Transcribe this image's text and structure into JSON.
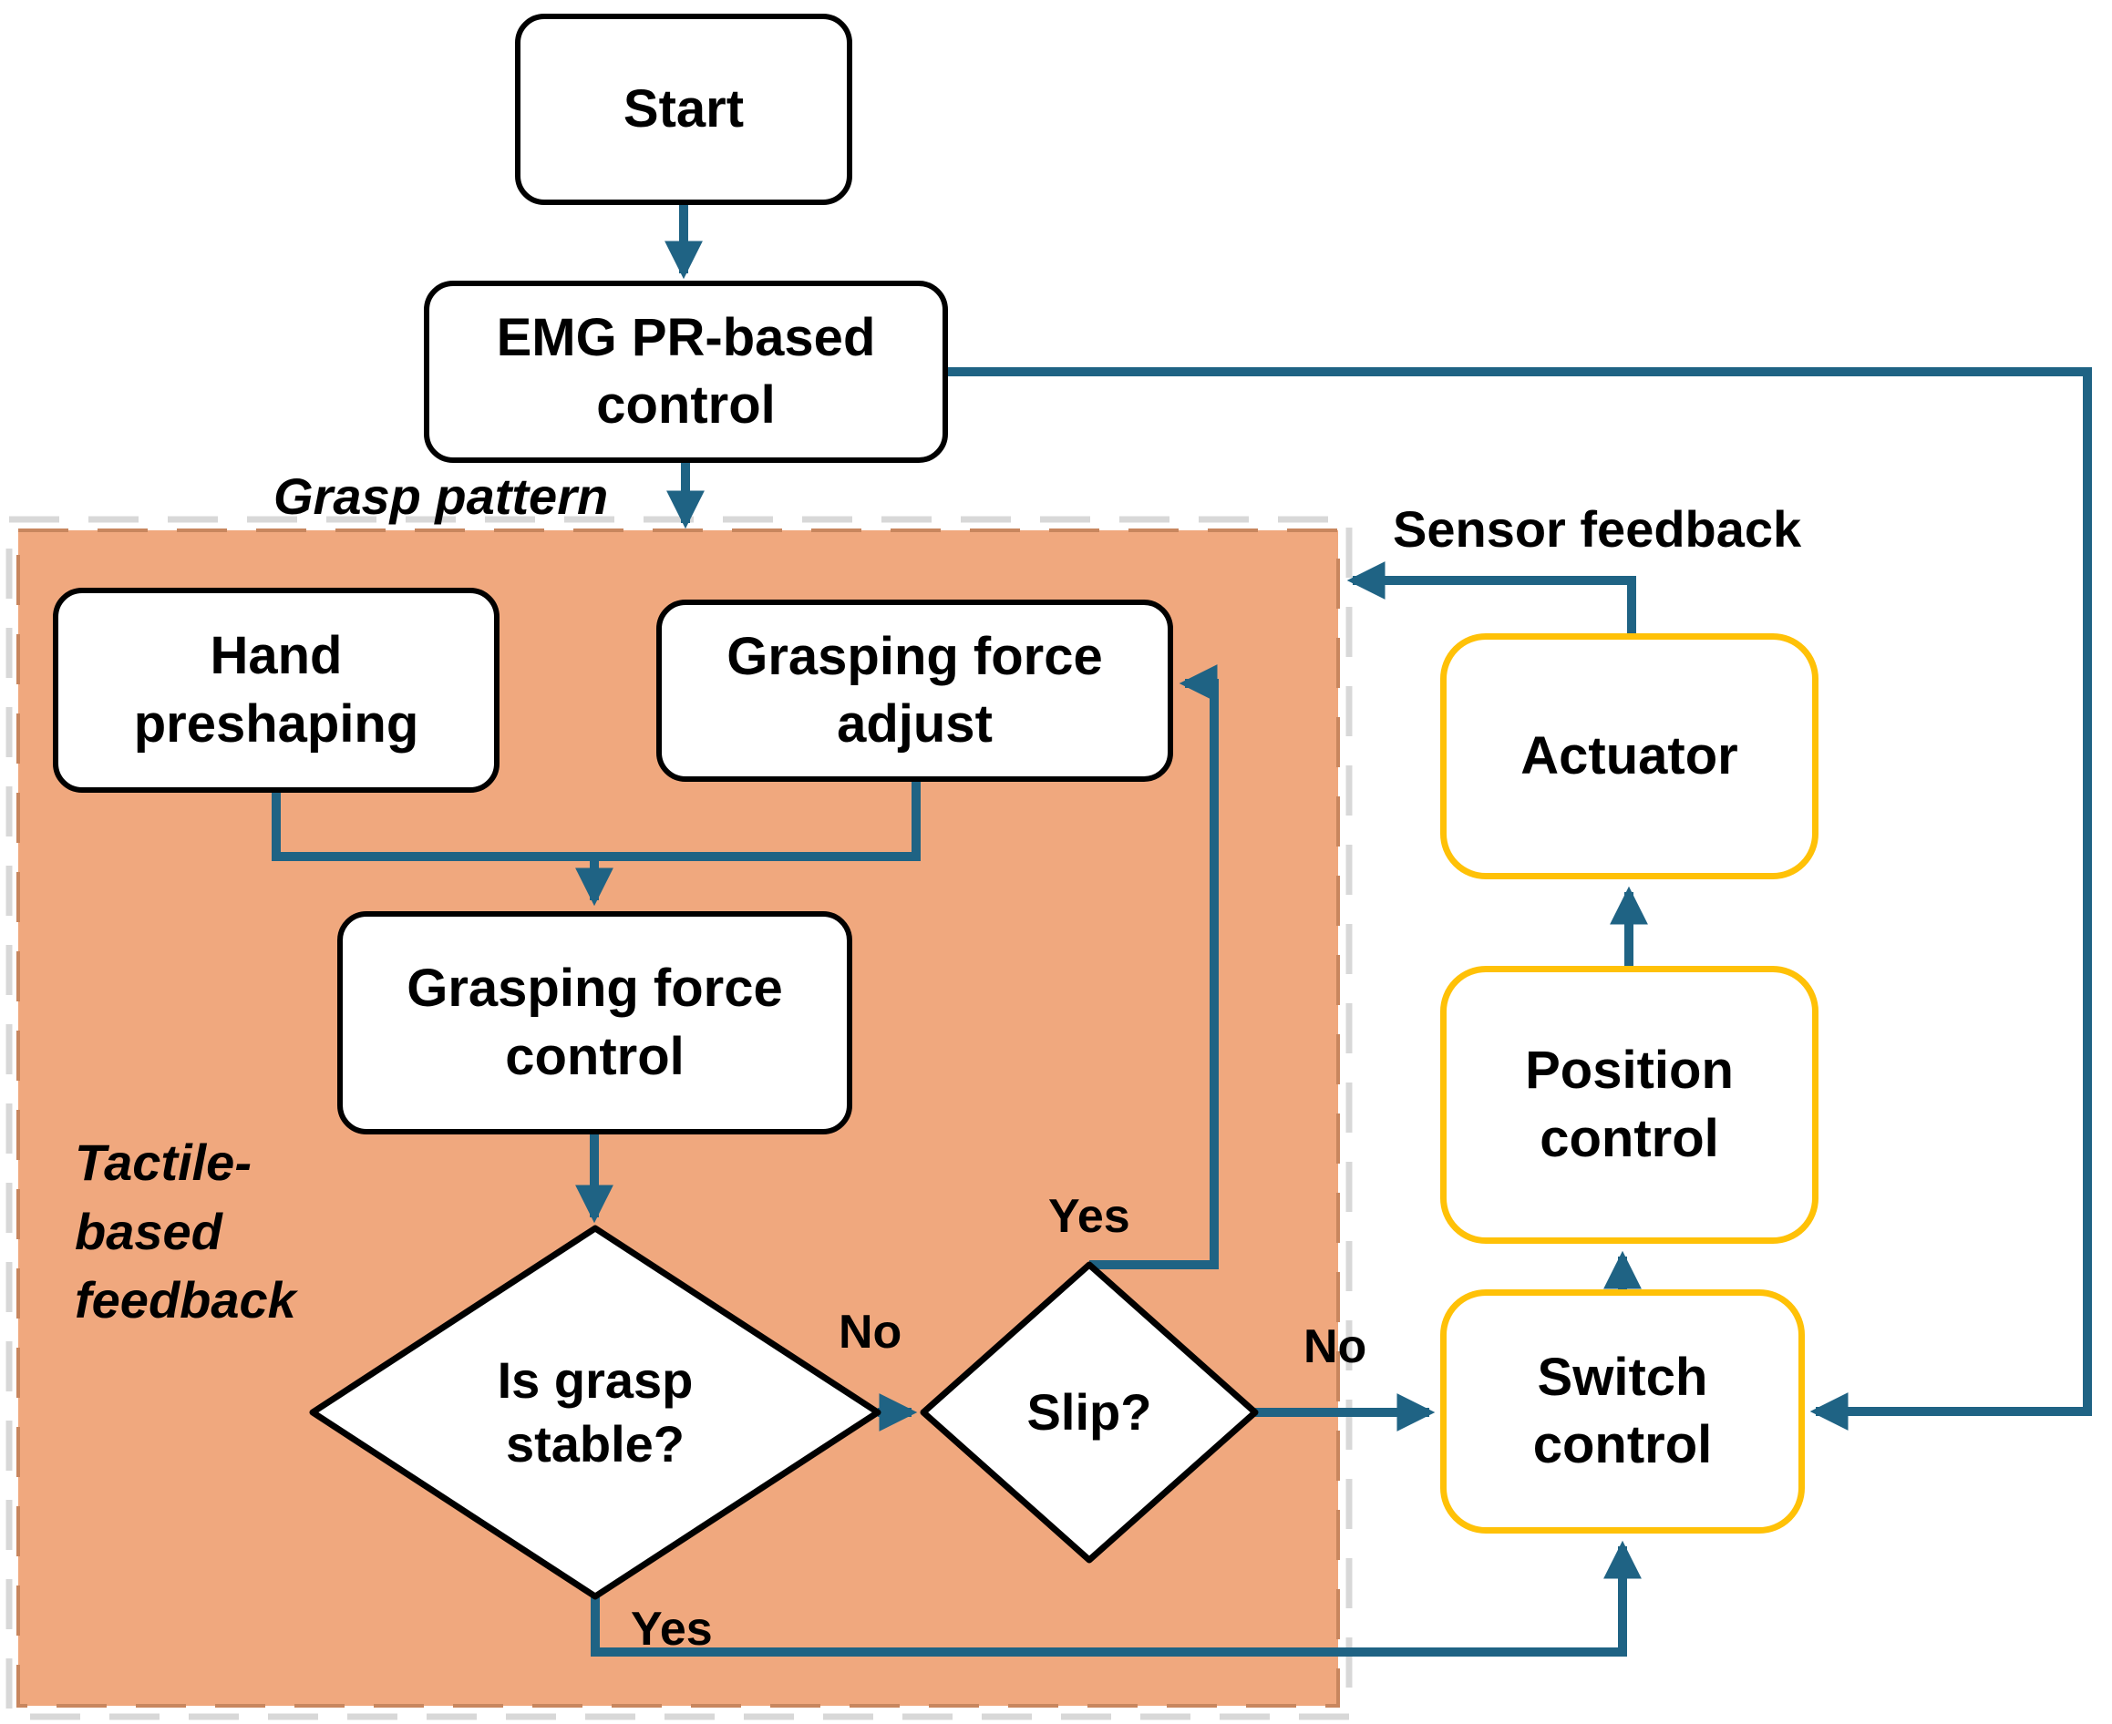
{
  "nodes": {
    "start": {
      "label": "Start"
    },
    "emg": {
      "label": "EMG PR-based\ncontrol"
    },
    "hand_preshaping": {
      "label": "Hand\npreshaping"
    },
    "grasp_force_adjust": {
      "label": "Grasping force\nadjust"
    },
    "grasp_force_control": {
      "label": "Grasping force\ncontrol"
    },
    "is_grasp_stable": {
      "label": "Is grasp\nstable?"
    },
    "slip": {
      "label": "Slip?"
    },
    "actuator": {
      "label": "Actuator"
    },
    "position_control": {
      "label": "Position\ncontrol"
    },
    "switch_control": {
      "label": "Switch\ncontrol"
    }
  },
  "annotations": {
    "grasp_pattern": "Grasp pattern",
    "tactile_feedback": "Tactile-\nbased\nfeedback",
    "sensor_feedback": "Sensor feedback"
  },
  "edge_labels": {
    "stable_no": "No",
    "stable_yes": "Yes",
    "slip_yes": "Yes",
    "slip_no": "No"
  },
  "edges": [
    {
      "from": "Start",
      "to": "EMG PR-based control",
      "label": ""
    },
    {
      "from": "EMG PR-based control",
      "to": "Tactile-based feedback region",
      "label": "Grasp pattern"
    },
    {
      "from": "EMG PR-based control",
      "to": "Switch control",
      "label": ""
    },
    {
      "from": "Hand preshaping",
      "to": "Grasping force control",
      "label": ""
    },
    {
      "from": "Grasping force adjust",
      "to": "Grasping force control",
      "label": ""
    },
    {
      "from": "Grasping force control",
      "to": "Is grasp stable?",
      "label": ""
    },
    {
      "from": "Is grasp stable?",
      "to": "Slip?",
      "label": "No"
    },
    {
      "from": "Is grasp stable?",
      "to": "Switch control",
      "label": "Yes"
    },
    {
      "from": "Slip?",
      "to": "Grasping force adjust",
      "label": "Yes"
    },
    {
      "from": "Slip?",
      "to": "Switch control",
      "label": "No"
    },
    {
      "from": "Switch control",
      "to": "Position control",
      "label": ""
    },
    {
      "from": "Position control",
      "to": "Actuator",
      "label": ""
    },
    {
      "from": "Actuator",
      "to": "Tactile-based feedback region",
      "label": "Sensor feedback"
    }
  ],
  "colors": {
    "arrow_blue": "#1F6384",
    "region_fill": "#F0A87E",
    "region_border": "#C8865E",
    "shadow_border": "#D8D8D8",
    "yellow_border": "#FFC107",
    "box_border": "#000000"
  }
}
